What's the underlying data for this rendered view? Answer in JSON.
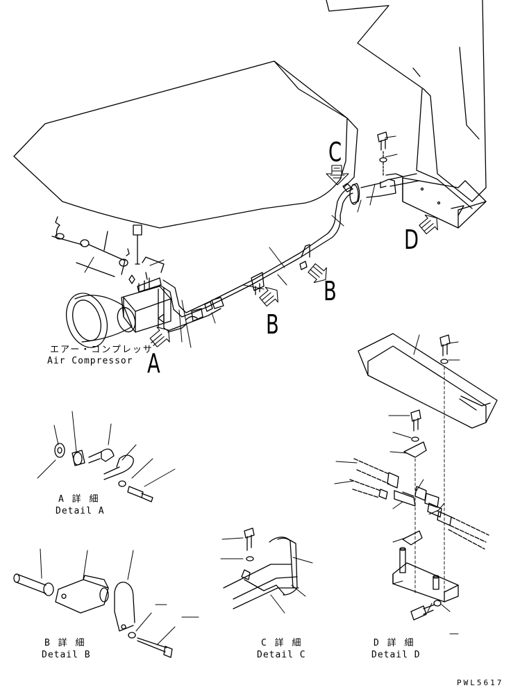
{
  "labels": {
    "compressor_jp": "エアー・コンプレッサ",
    "compressor_en": "Air Compressor",
    "callout_a": "A",
    "callout_b1": "B",
    "callout_b2": "B",
    "callout_c": "C",
    "callout_d": "D",
    "detail_a_jp": "A 詳 細",
    "detail_a_en": "Detail A",
    "detail_b_jp": "B 詳 細",
    "detail_b_en": "Detail B",
    "detail_c_jp": "C 詳 細",
    "detail_c_en": "Detail C",
    "detail_d_jp": "D 詳 細",
    "detail_d_en": "Detail D",
    "drawing_number": "PWL5617"
  },
  "colors": {
    "ink": "#000000",
    "paper": "#ffffff"
  }
}
